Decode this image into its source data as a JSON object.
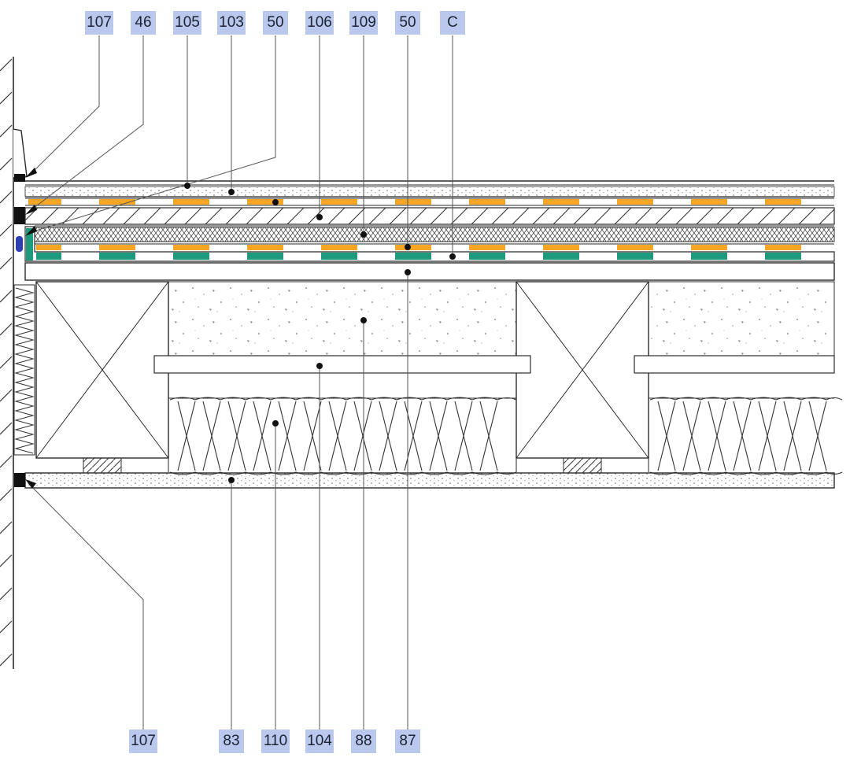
{
  "top_labels": [
    "107",
    "46",
    "105",
    "103",
    "50",
    "106",
    "109",
    "50",
    "C"
  ],
  "bottom_labels": [
    "107",
    "83",
    "110",
    "104",
    "88",
    "87"
  ],
  "colors": {
    "label_fill": "#b9c8ec",
    "line": "#2b2b2b",
    "orange_strip": "#f6a623",
    "green_strip": "#1d9b7c",
    "blue_seal": "#2c3fb3",
    "sealant_black": "#111111",
    "screed_fill": "#f4f4f4"
  }
}
